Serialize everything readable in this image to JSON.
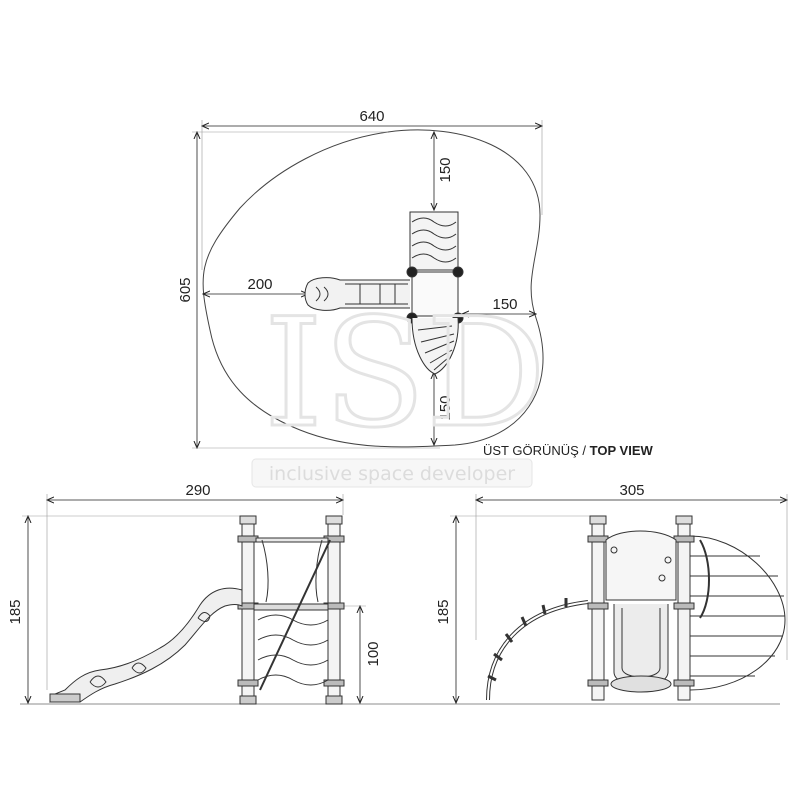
{
  "top_view": {
    "width_label": "640",
    "height_label": "605",
    "left_clearance_label": "200",
    "right_clearance_label": "150",
    "top_clearance_label": "150",
    "bottom_clearance_label": "150",
    "caption_prefix": "ÜST GÖRÜNÜŞ / ",
    "caption_bold": "TOP VIEW"
  },
  "side_view": {
    "width_label": "290",
    "height_label": "185",
    "platform_height_label": "100"
  },
  "front_view": {
    "width_label": "305",
    "height_label": "185"
  },
  "watermark": {
    "logo_letters": "ISD",
    "tagline": "inclusive space developer"
  }
}
